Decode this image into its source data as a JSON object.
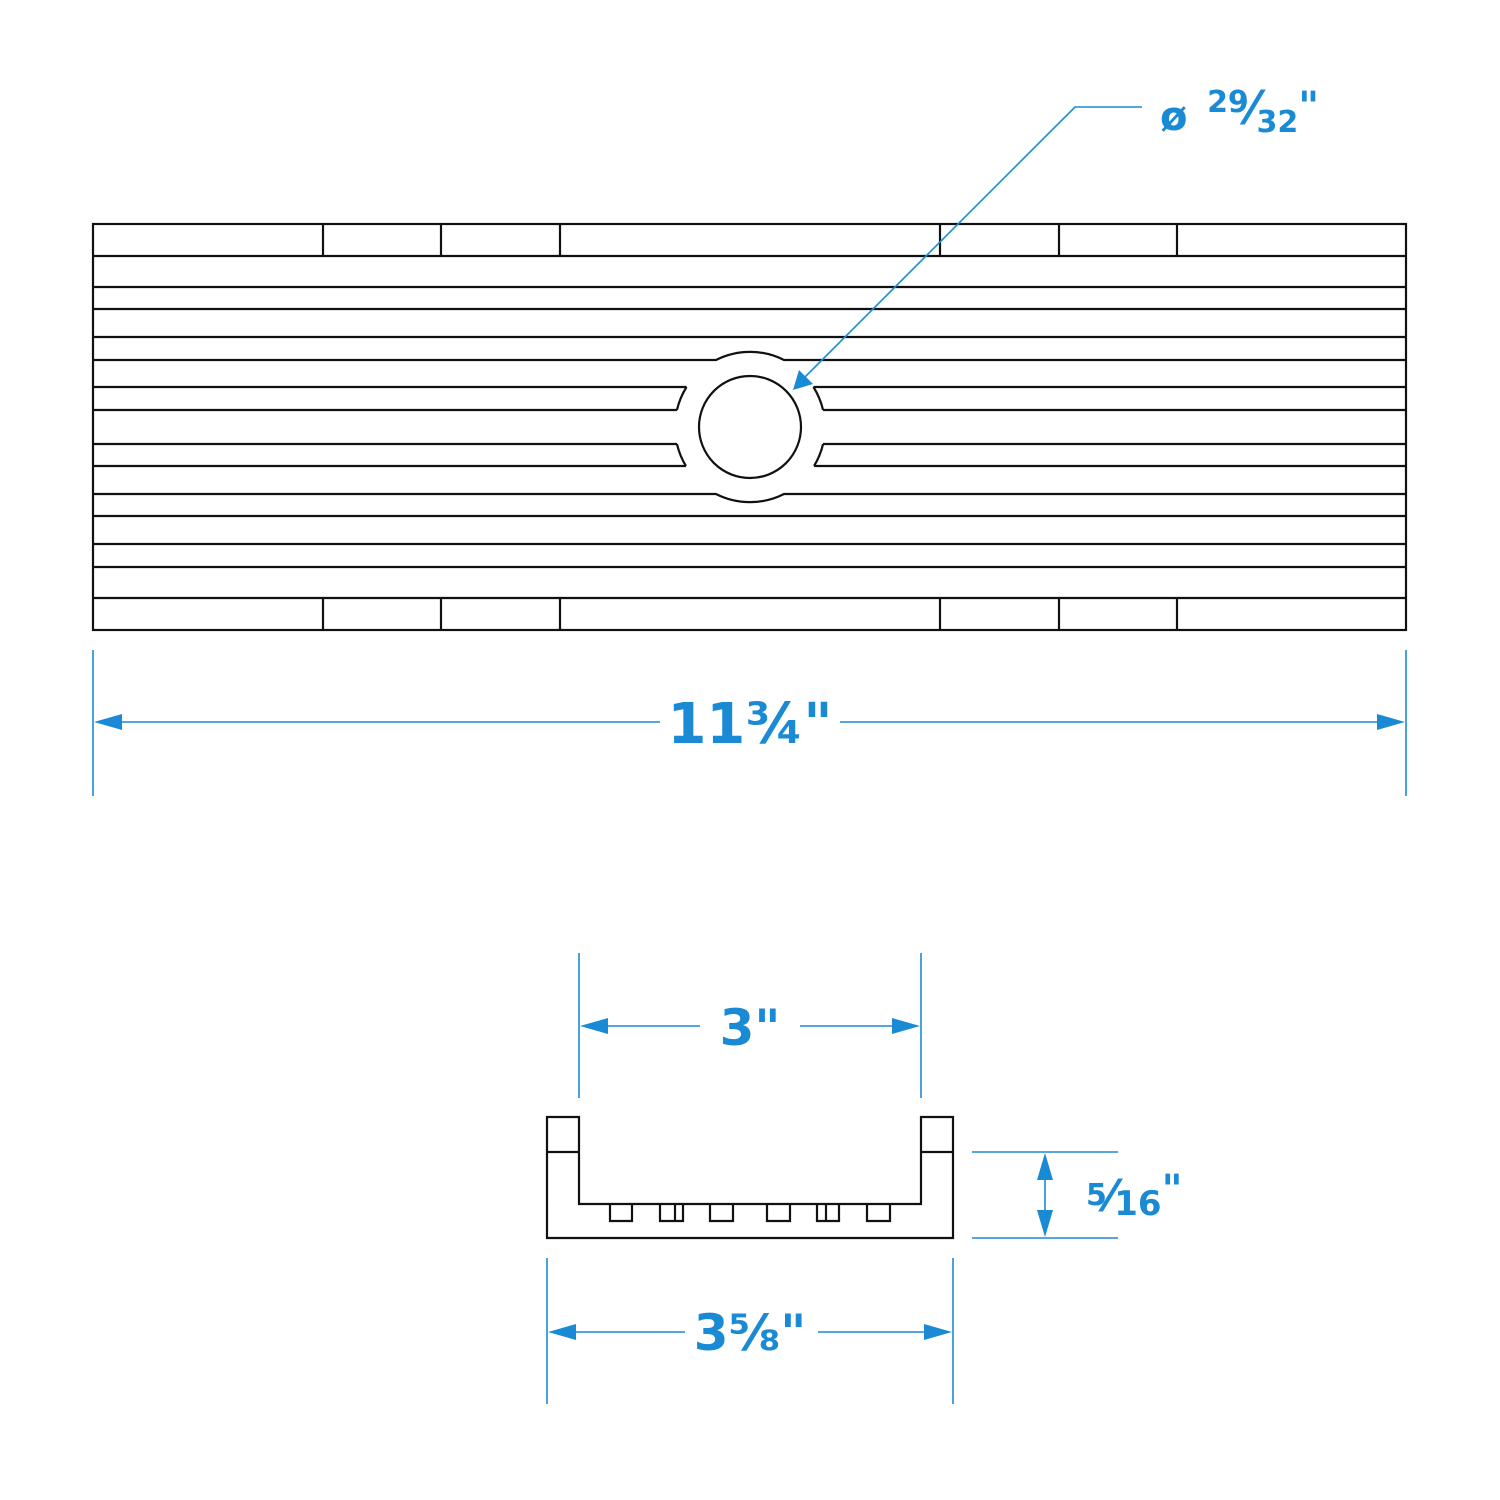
{
  "colors": {
    "dimension": "#1a8ad4",
    "outline": "#111111"
  },
  "hole_callout": {
    "symbol": "ø",
    "numerator": "29",
    "slash": "⁄",
    "denominator": "32",
    "unit": "\""
  },
  "length_dim": {
    "whole": "11",
    "fraction": "¾",
    "unit": "\""
  },
  "inner_width_dim": {
    "whole": "3",
    "unit": "\""
  },
  "height_dim": {
    "numerator": "5",
    "slash": "⁄",
    "denominator": "16",
    "unit": "\""
  },
  "outer_width_dim": {
    "whole": "3",
    "fraction": "⅝",
    "unit": "\""
  }
}
